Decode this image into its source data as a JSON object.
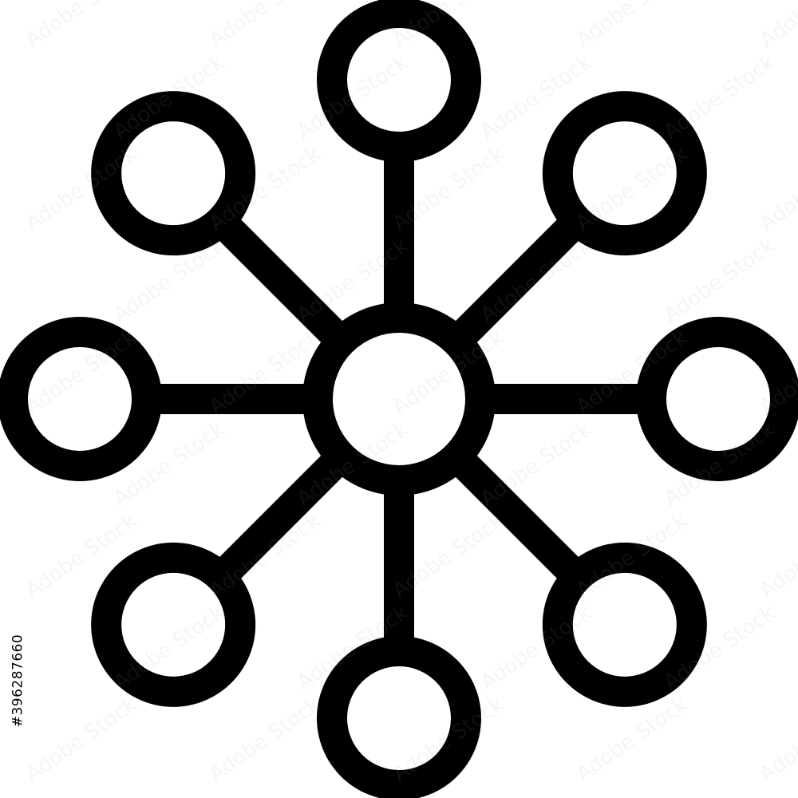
{
  "icon": {
    "name": "network-hub-icon",
    "stroke_color": "#000000",
    "fill_color": "#ffffff",
    "nodes": [
      "node-top",
      "node-top-right",
      "node-right",
      "node-bottom-right",
      "node-bottom",
      "node-bottom-left",
      "node-left",
      "node-top-left"
    ]
  },
  "watermark": {
    "text": "Adobe Stock"
  },
  "stock_id": {
    "label": "#396287660"
  },
  "colors": {
    "background": "#ffffff",
    "ink": "#000000"
  }
}
